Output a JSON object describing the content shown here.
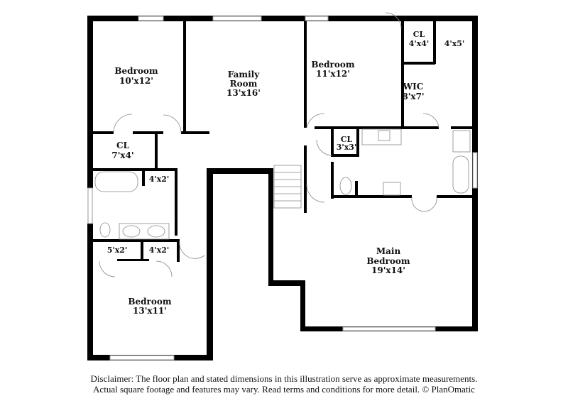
{
  "rooms": [
    {
      "name": "Bedroom",
      "size": "10'x12'"
    },
    {
      "name": "Family",
      "name2": "Room",
      "size": "13'x16'"
    },
    {
      "name": "Bedroom",
      "size": "11'x12'"
    },
    {
      "name": "CL",
      "size": "4'x4'"
    },
    {
      "size": "4'x5'"
    },
    {
      "name": "WIC",
      "size": "8'x7'"
    },
    {
      "name": "CL",
      "size": "7'x4'"
    },
    {
      "name": "CL",
      "size": "3'x3'"
    },
    {
      "size": "4'x2'"
    },
    {
      "size": "5'x2'"
    },
    {
      "size": "4'x2'"
    },
    {
      "name": "Main",
      "name2": "Bedroom",
      "size": "19'x14'"
    },
    {
      "name": "Bedroom",
      "size": "13'x11'"
    }
  ],
  "disclaimer": {
    "line1": "Disclaimer: The floor plan and stated dimensions in this illustration serve as approximate measurements.",
    "line2": "Actual square footage and features may vary. Read terms and conditions for more detail. © PlanOmatic"
  }
}
